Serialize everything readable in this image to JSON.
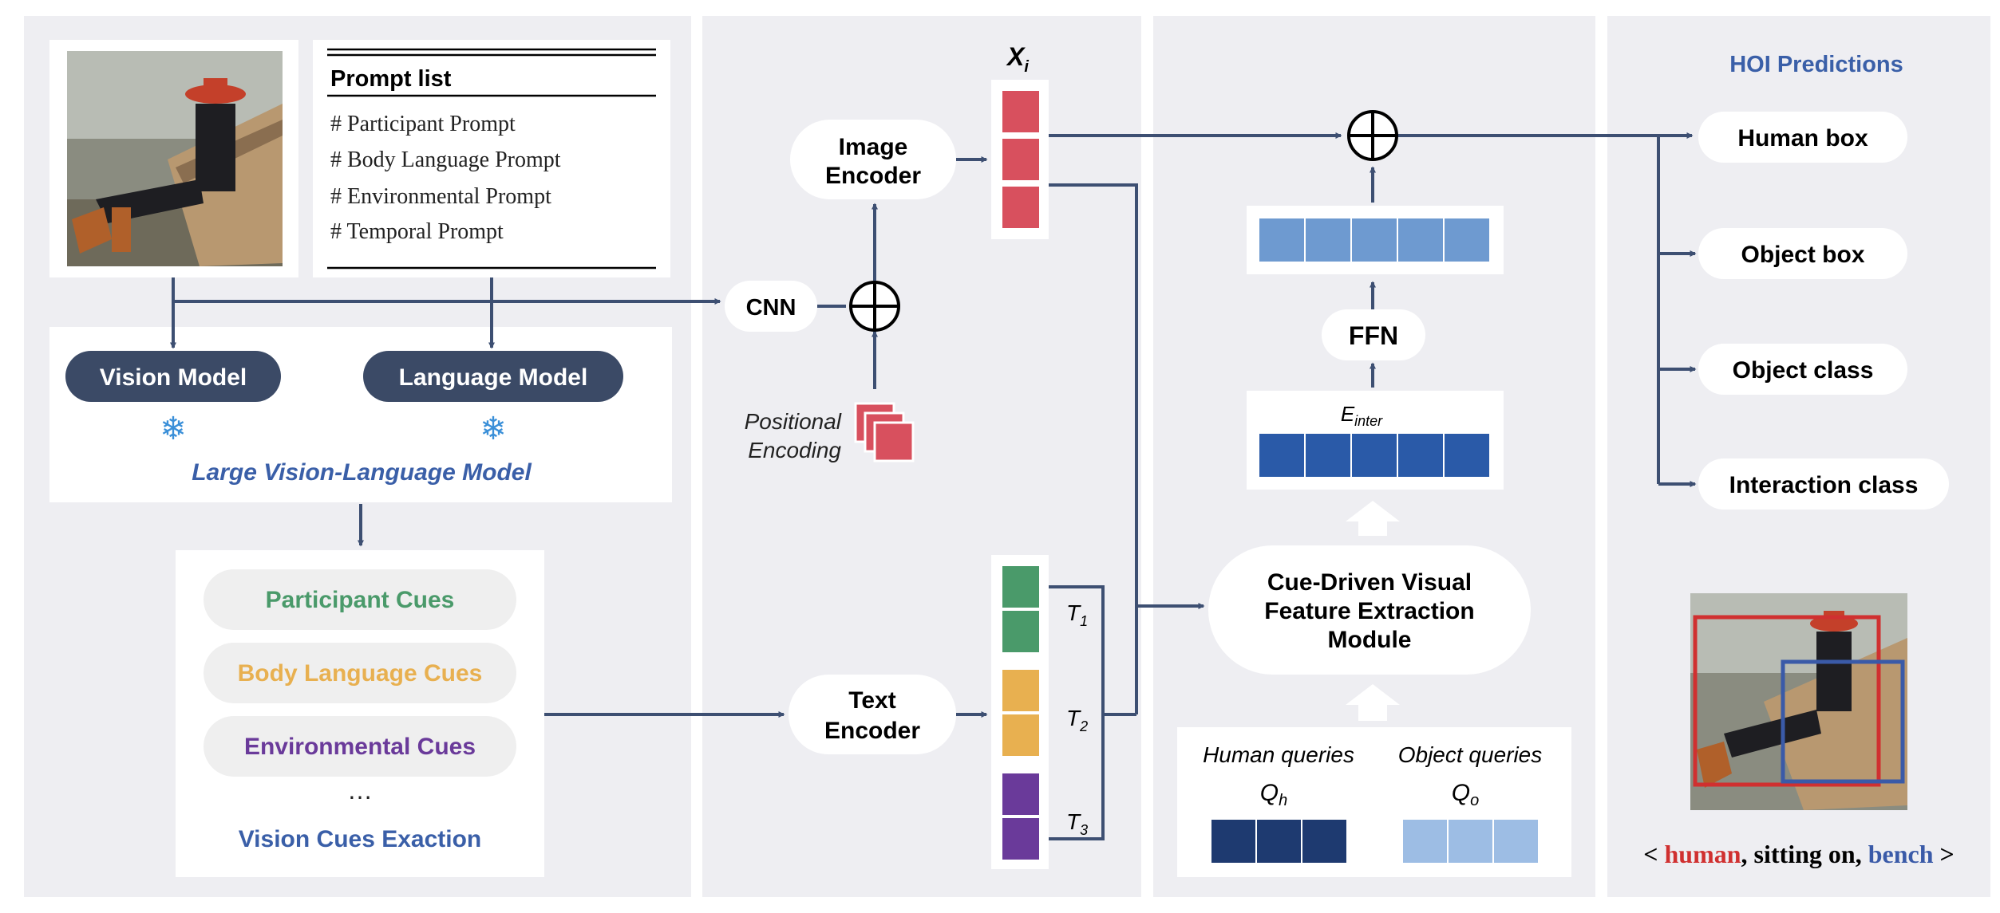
{
  "panel1": {
    "prompt_list": {
      "title": "Prompt list",
      "items": [
        "# Participant Prompt",
        "# Body Language Prompt",
        "# Environmental Prompt",
        "# Temporal Prompt"
      ]
    },
    "vision_model": "Vision Model",
    "language_model": "Language Model",
    "lvlm_label": "Large Vision-Language Model",
    "cues": [
      {
        "label": "Participant Cues",
        "color": "#4a9a6a"
      },
      {
        "label": "Body Language Cues",
        "color": "#e8b050"
      },
      {
        "label": "Environmental Cues",
        "color": "#6a3a9a"
      }
    ],
    "ellipsis": "…",
    "cues_caption": "Vision Cues Exaction"
  },
  "panel2": {
    "cnn": "CNN",
    "positional_encoding": [
      "Positional",
      "Encoding"
    ],
    "image_encoder": [
      "Image",
      "Encoder"
    ],
    "text_encoder": [
      "Text",
      "Encoder"
    ],
    "xi": "X",
    "xi_sub": "i",
    "t_labels": [
      {
        "base": "T",
        "sub": "1"
      },
      {
        "base": "T",
        "sub": "2"
      },
      {
        "base": "T",
        "sub": "3"
      }
    ]
  },
  "panel3": {
    "ffn": "FFN",
    "e_inter": "E",
    "e_inter_sub": "inter",
    "cdvfe": [
      "Cue-Driven Visual",
      "Feature Extraction",
      "Module"
    ],
    "human_queries": "Human queries",
    "object_queries": "Object queries",
    "qh": "Q",
    "qh_sub": "h",
    "qo": "Q",
    "qo_sub": "o"
  },
  "panel4": {
    "title": "HOI Predictions",
    "outputs": [
      "Human box",
      "Object box",
      "Object class",
      "Interaction  class"
    ],
    "triplet": {
      "open": "< ",
      "human": "human",
      "sep1": ", sitting on, ",
      "object": "bench",
      "close": " >"
    }
  },
  "colors": {
    "panel_bg": "#eeeef2",
    "dark_pill": "#3b4a66",
    "arrow": "#3d4f72",
    "title_blue": "#3a5fa8",
    "red_token": "#d8505e",
    "green_token": "#4a9a6a",
    "orange_token": "#e8b050",
    "purple_token": "#6a3a9a",
    "light_blue_token": "#6e9ad0",
    "dark_blue_token": "#2a5aa8",
    "navy_token": "#1e3a70",
    "pale_blue_token": "#9dbde4",
    "human_red": "#d03030",
    "object_blue": "#3a5aa8"
  }
}
